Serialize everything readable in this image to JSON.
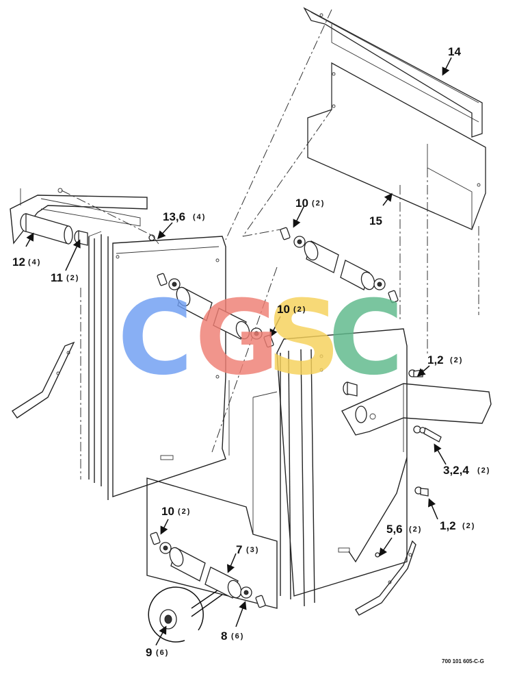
{
  "callouts": [
    {
      "ref": "14",
      "qty": ""
    },
    {
      "ref": "15",
      "qty": ""
    },
    {
      "ref": "10",
      "qty": "(2)"
    },
    {
      "ref": "13,6",
      "qty": "(4)"
    },
    {
      "ref": "12",
      "qty": "(4)"
    },
    {
      "ref": "11",
      "qty": "(2)"
    },
    {
      "ref": "10",
      "qty": "(2)"
    },
    {
      "ref": "1,2",
      "qty": "(2)"
    },
    {
      "ref": "3,2,4",
      "qty": "(2)"
    },
    {
      "ref": "1,2",
      "qty": "(2)"
    },
    {
      "ref": "5,6",
      "qty": "(2)"
    },
    {
      "ref": "10",
      "qty": "(2)"
    },
    {
      "ref": "7",
      "qty": "(3)"
    },
    {
      "ref": "8",
      "qty": "(6)"
    },
    {
      "ref": "9",
      "qty": "(6)"
    }
  ],
  "drawing_number": "700 101 605-C-G",
  "watermark": {
    "letters": [
      "C",
      "G",
      "S",
      "C"
    ],
    "colors": [
      "#6f9ef2",
      "#ef7e73",
      "#f6d15a",
      "#5db98a"
    ]
  }
}
